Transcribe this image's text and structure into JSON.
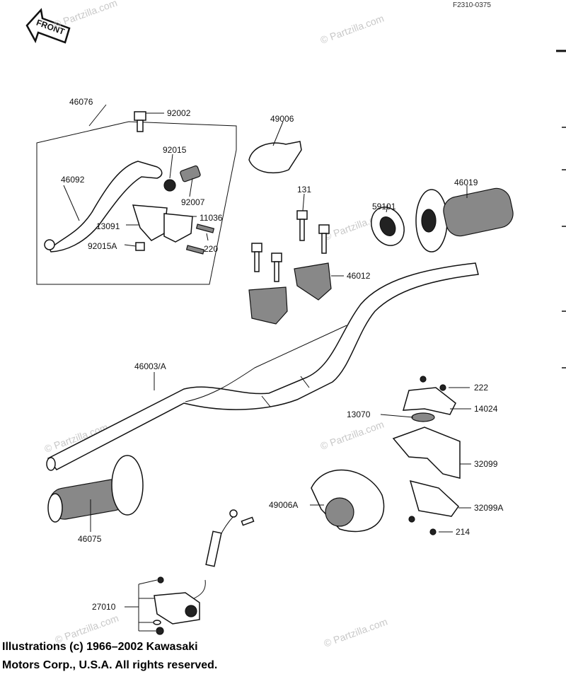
{
  "diagram_code": "F2310-0375",
  "front_label": "FRONT",
  "watermark": "© Partzilla.com",
  "parts": [
    {
      "id": "p46076",
      "number": "46076"
    },
    {
      "id": "p92002",
      "number": "92002"
    },
    {
      "id": "p92015",
      "number": "92015"
    },
    {
      "id": "p46092",
      "number": "46092"
    },
    {
      "id": "p92007",
      "number": "92007"
    },
    {
      "id": "p11036",
      "number": "11036"
    },
    {
      "id": "p13091",
      "number": "13091"
    },
    {
      "id": "p92015A",
      "number": "92015A"
    },
    {
      "id": "p220",
      "number": "220"
    },
    {
      "id": "p49006",
      "number": "49006"
    },
    {
      "id": "p131",
      "number": "131"
    },
    {
      "id": "p59101",
      "number": "59101"
    },
    {
      "id": "p46019",
      "number": "46019"
    },
    {
      "id": "p46012",
      "number": "46012"
    },
    {
      "id": "p46003A",
      "number": "46003/A"
    },
    {
      "id": "p222",
      "number": "222"
    },
    {
      "id": "p13070",
      "number": "13070"
    },
    {
      "id": "p14024",
      "number": "14024"
    },
    {
      "id": "p32099",
      "number": "32099"
    },
    {
      "id": "p49006A",
      "number": "49006A"
    },
    {
      "id": "p32099A",
      "number": "32099A"
    },
    {
      "id": "p214",
      "number": "214"
    },
    {
      "id": "p46075",
      "number": "46075"
    },
    {
      "id": "p27010",
      "number": "27010"
    }
  ],
  "copyright": {
    "line1": "Illustrations (c) 1966–2002 Kawasaki",
    "line2": "Motors Corp., U.S.A.  All rights reserved."
  }
}
